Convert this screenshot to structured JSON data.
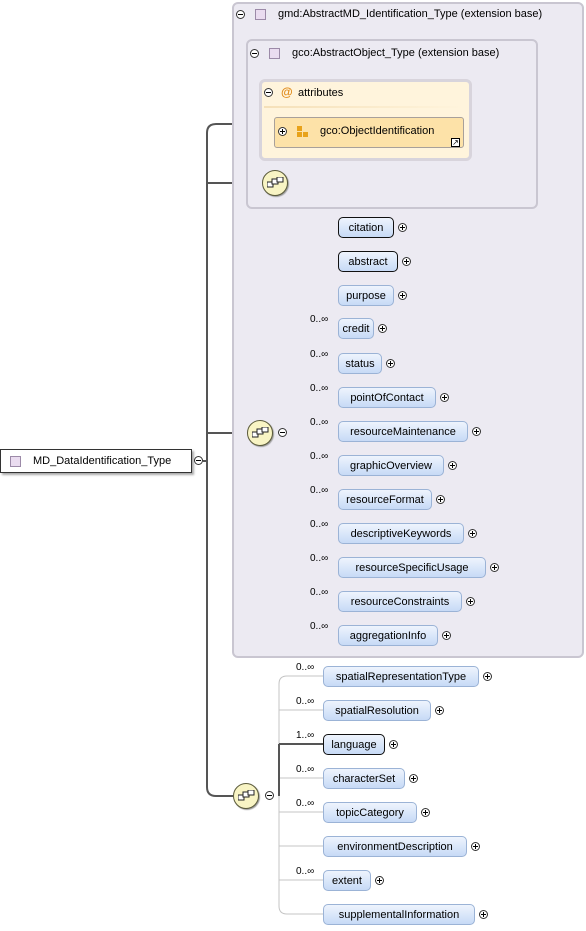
{
  "root": {
    "label": "MD_DataIdentification_Type"
  },
  "extension_outer": {
    "title": "gmd:AbstractMD_Identification_Type (extension base)"
  },
  "extension_inner": {
    "title": "gco:AbstractObject_Type (extension base)"
  },
  "attributes": {
    "title": "attributes",
    "item": "gco:ObjectIdentification"
  },
  "sequence1_elements": [
    {
      "name": "citation",
      "occurrence": ""
    },
    {
      "name": "abstract",
      "occurrence": ""
    },
    {
      "name": "purpose",
      "occurrence": ""
    },
    {
      "name": "credit",
      "occurrence": "0..∞"
    },
    {
      "name": "status",
      "occurrence": "0..∞"
    },
    {
      "name": "pointOfContact",
      "occurrence": "0..∞"
    },
    {
      "name": "resourceMaintenance",
      "occurrence": "0..∞"
    },
    {
      "name": "graphicOverview",
      "occurrence": "0..∞"
    },
    {
      "name": "resourceFormat",
      "occurrence": "0..∞"
    },
    {
      "name": "descriptiveKeywords",
      "occurrence": "0..∞"
    },
    {
      "name": "resourceSpecificUsage",
      "occurrence": "0..∞"
    },
    {
      "name": "resourceConstraints",
      "occurrence": "0..∞"
    },
    {
      "name": "aggregationInfo",
      "occurrence": "0..∞"
    }
  ],
  "sequence2_elements": [
    {
      "name": "spatialRepresentationType",
      "occurrence": "0..∞"
    },
    {
      "name": "spatialResolution",
      "occurrence": "0..∞"
    },
    {
      "name": "language",
      "occurrence": "1..∞"
    },
    {
      "name": "characterSet",
      "occurrence": "0..∞"
    },
    {
      "name": "topicCategory",
      "occurrence": "0..∞"
    },
    {
      "name": "environmentDescription",
      "occurrence": ""
    },
    {
      "name": "extent",
      "occurrence": "0..∞"
    },
    {
      "name": "supplementalInformation",
      "occurrence": ""
    }
  ],
  "colors": {
    "panel_bg": "#eceaf2",
    "panel_border": "#c9c6d1",
    "element_fill": "#c7daf6",
    "attribute_fill": "#fff4dc",
    "sequence_fill": "#f8f4c4"
  }
}
